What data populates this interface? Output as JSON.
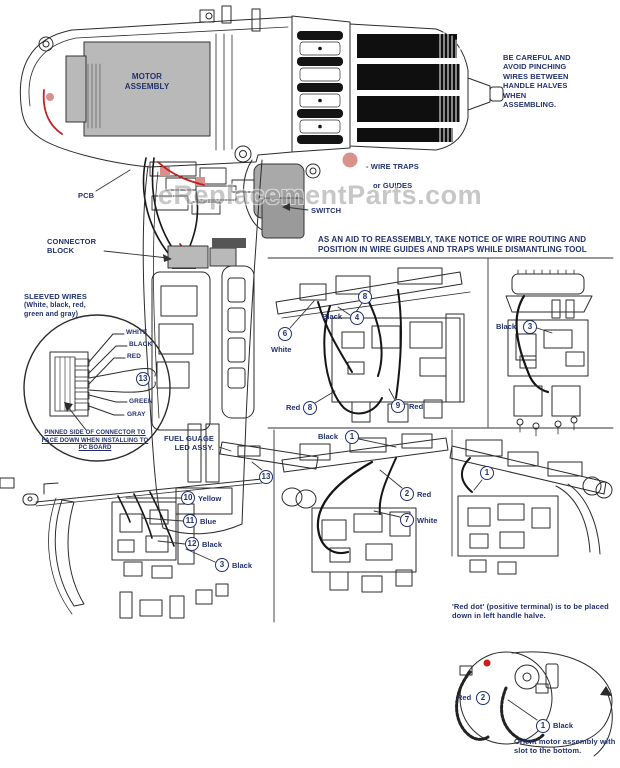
{
  "colors": {
    "text_navy": "#22316e",
    "pink": "#d9918c",
    "red": "#c41f1f",
    "line": "#2b2b2b",
    "gray_part": "#b9b9b9",
    "watermark_gray": "#9a9a9a"
  },
  "watermark": {
    "text": "eReplacementParts.com"
  },
  "warning_note": "BE CAREFUL AND AVOID PINCHING WIRES BETWEEN HANDLE HALVES WHEN ASSEMBLING.",
  "legend": {
    "line1": "- WIRE TRAPS",
    "line2": "or GUIDES"
  },
  "reassembly_note": "AS AN AID TO REASSEMBLY, TAKE NOTICE OF WIRE ROUTING AND POSITION IN WIRE GUIDES AND TRAPS WHILE DISMANTLING TOOL",
  "labels": {
    "motor_assembly": "MOTOR ASSEMBLY",
    "pcb": "PCB",
    "switch": "SWITCH",
    "connector_block": "CONNECTOR BLOCK",
    "fuel_gauge": "FUEL GUAGE LED ASSY."
  },
  "inset": {
    "title": "SLEEVED WIRES",
    "subtitle": "(White, black, red, green and gray)",
    "wire_labels": [
      "WHITE",
      "BLACK",
      "RED",
      "GREEN",
      "GRAY"
    ],
    "callout": "13",
    "note": "PINNED SIDE OF CONNECTOR TO FACE DOWN WHEN INSTALLING TO PC BOARD"
  },
  "callouts": {
    "c13_fuel": {
      "num": "13"
    },
    "c10": {
      "num": "10",
      "label": "Yellow"
    },
    "c11": {
      "num": "11",
      "label": "Blue"
    },
    "c12": {
      "num": "12",
      "label": "Black"
    },
    "c3_left": {
      "num": "3",
      "label": "Black"
    },
    "c8_top": {
      "num": "8"
    },
    "c4": {
      "num": "4",
      "label": "Black"
    },
    "c6": {
      "num": "6",
      "label": "White"
    },
    "c8_red": {
      "num": "8",
      "label": "Red"
    },
    "c9": {
      "num": "9",
      "label": "Red"
    },
    "c3_right": {
      "num": "3",
      "label": "Black"
    },
    "c1_mid": {
      "num": "1",
      "label": "Black"
    },
    "c2_red": {
      "num": "2",
      "label": "Red"
    },
    "c7": {
      "num": "7",
      "label": "White"
    },
    "c1_right": {
      "num": "1"
    },
    "c2_motor": {
      "num": "2",
      "label": "Red"
    },
    "c1_motor": {
      "num": "1",
      "label": "Black"
    }
  },
  "motor_notes": {
    "red_dot": "'Red dot' (positive terminal) is to be placed down in left handle halve.",
    "orient": "Orient motor assembly with slot to the bottom."
  }
}
